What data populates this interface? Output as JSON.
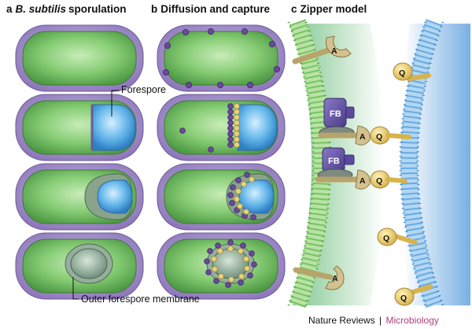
{
  "panels": {
    "a": {
      "letter": "a",
      "title_italic": "B. subtilis",
      "title_rest": "sporulation"
    },
    "b": {
      "letter": "b",
      "title": "Diffusion and capture"
    },
    "c": {
      "letter": "c",
      "title": "Zipper model"
    }
  },
  "callouts": {
    "forespore": "Forespore",
    "outer_membrane": "Outer forespore membrane"
  },
  "proteins": {
    "a": "A",
    "q": "Q",
    "fb": "FB"
  },
  "credit": {
    "journal": "Nature Reviews",
    "separator": "|",
    "subject": "Microbiology"
  },
  "colors": {
    "cell_wall": "#9b86c4",
    "cytoplasm": "#7cc46a",
    "forespore": "#5aaee0",
    "engulfing_membrane": "#7f9a86",
    "dot_purple": "#6a4a9c",
    "dot_yellow": "#e8d27a",
    "fb_protein": "#6b5aa6",
    "q_protein": "#e4c76a",
    "a_protein": "#cdbb88",
    "credit_accent": "#b0417a"
  }
}
